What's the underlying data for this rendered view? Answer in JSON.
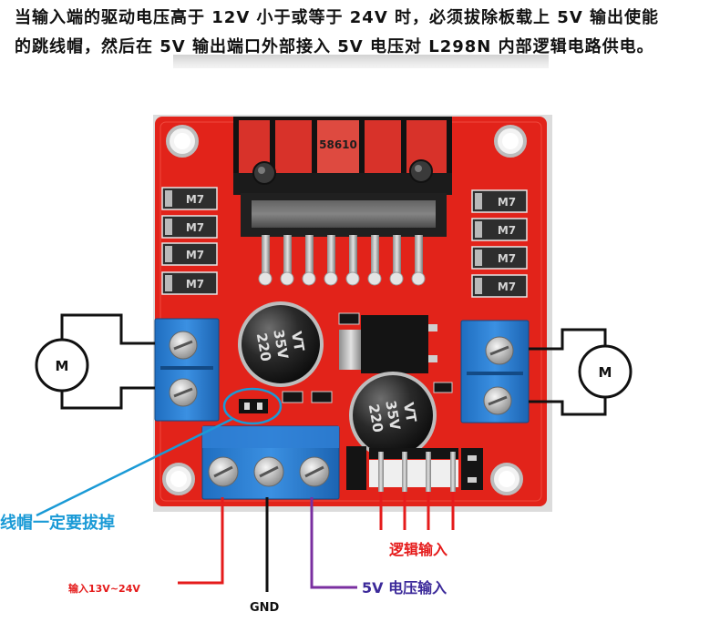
{
  "caption": {
    "line1": "当输入端的驱动电压高于 12V 小于或等于 24V 时，必须拔除板载上 5V 输出使能",
    "line2": "的跳线帽，然后在 5V 输出端口外部接入 5V 电压对 L298N 内部逻辑电路供电。"
  },
  "board": {
    "chip_marking": "58610",
    "diode_label": "M7",
    "capacitor": {
      "value": "220",
      "voltage": "35V",
      "series": "VT"
    }
  },
  "motors": {
    "left": "M",
    "right": "M"
  },
  "labels": {
    "jumper_note": "线帽一定要拔掉",
    "logic_input": "逻辑输入",
    "power_input": "输入13V~24V",
    "gnd": "GND",
    "five_v_input": "5V 电压输入"
  },
  "colors": {
    "board_red": "#e2231a",
    "terminal_blue": "#2a7fd3",
    "annotation_blue": "#1a9ad6",
    "wire_red": "#e51b1b",
    "wire_black": "#111111",
    "wire_purple": "#7a2fa0",
    "five_v_label": "#3c2a9a"
  }
}
